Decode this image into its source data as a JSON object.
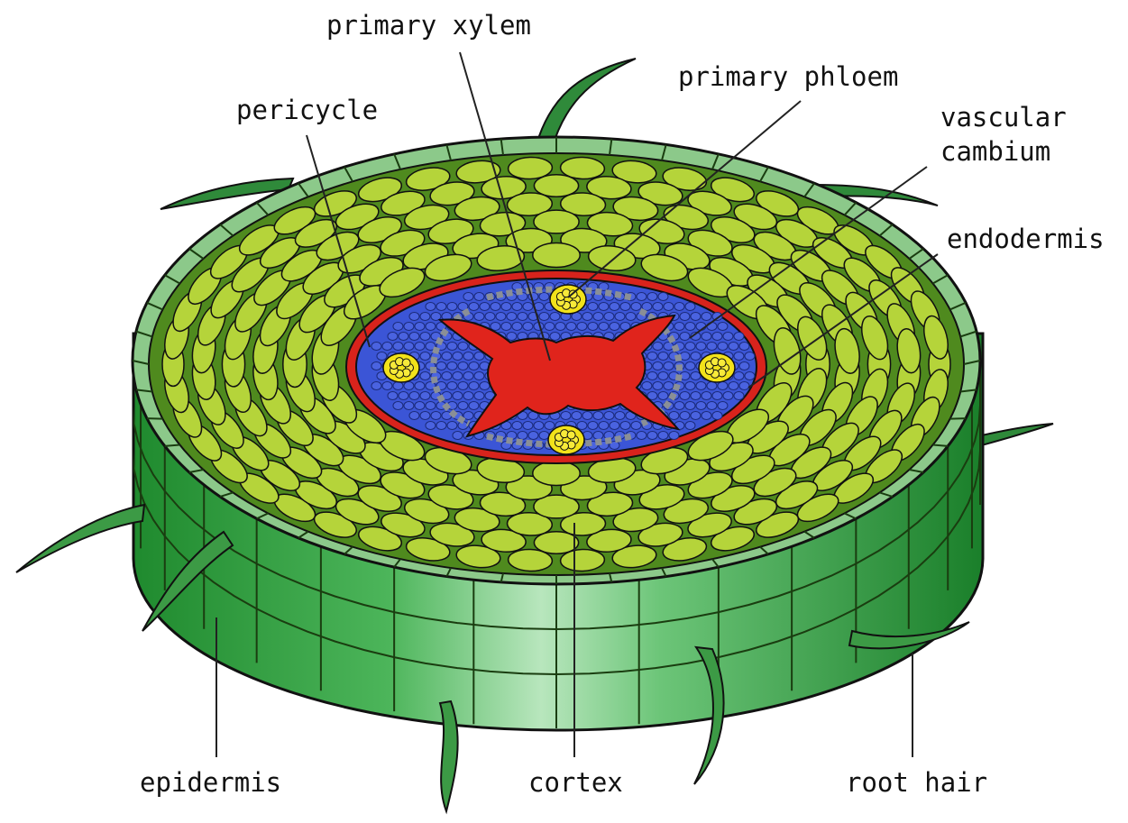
{
  "labels": {
    "primary_xylem": "primary xylem",
    "primary_phloem": "primary phloem",
    "pericycle": "pericycle",
    "vascular_cambium_line1": "vascular",
    "vascular_cambium_line2": "cambium",
    "endodermis": "endodermis",
    "epidermis": "epidermis",
    "cortex": "cortex",
    "root_hair": "root hair"
  },
  "colors": {
    "epidermis_side": "#2e9e3c",
    "epidermis_side_light": "#8fd39a",
    "epidermis_top": "#8cc98a",
    "cortex_fill": "#b5d43a",
    "cortex_bg": "#6fae2e",
    "endodermis": "#d8231c",
    "vascular_blue": "#3b55d6",
    "xylem_red": "#e0241c",
    "phloem_yellow": "#f2e21a",
    "cambium_gray": "#8a8f96",
    "root_hair": "#2f8a3a",
    "outline": "#111111"
  }
}
